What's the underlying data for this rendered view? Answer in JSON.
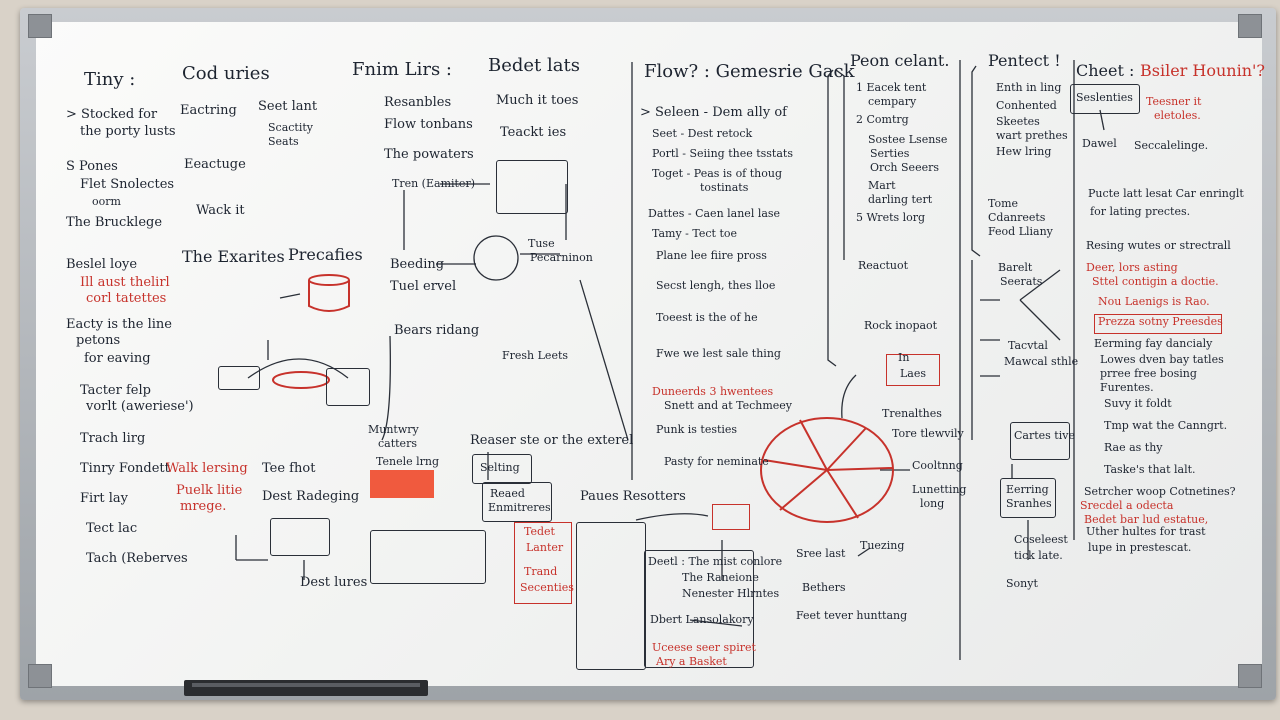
{
  "scene": {
    "col1": {
      "heading": "Tiny :",
      "items": [
        "> Stocked for",
        "the porty lusts",
        "S Pones",
        "Flet Snolectes",
        "oorm",
        "The Brucklege",
        "Beslel loye",
        "Ill aust thelirl",
        "corl tatettes",
        "Eacty is the line",
        "petons",
        "for eaving",
        "Tacter felp",
        "vorlt (aweriese')",
        "Trach lirg",
        "Tinry Fondett",
        "Firt lay",
        "Tect lac",
        "Tach (Reberves"
      ]
    },
    "col2": {
      "heading": "Cod uries",
      "items": [
        "Eactring",
        "Eeactuge",
        "Wack it",
        "Seet lant",
        "Scactity",
        "Seats",
        "The Exarites",
        "Precafies",
        "Walk lersing",
        "Puelk litie",
        "mrege.",
        "Tee fhot",
        "Dest Radeging",
        "Dest lures"
      ]
    },
    "col3": {
      "heading": "Fnim Lirs :",
      "items": [
        "Resanbles",
        "Flow tonbans",
        "The powaters",
        "Tren (Eamiter)",
        "Beeding",
        "Tuel ervel",
        "Bears ridang",
        "Muntwry",
        "catters",
        "Tenele lrng"
      ]
    },
    "col4": {
      "heading": "Bedet lats",
      "items": [
        "Much it toes",
        "Teackt ies",
        "Tuse",
        "Pecarninon",
        "Fresh Leets",
        "Reaser ste or the exterel",
        "Selting",
        "Reaed",
        "Enmitreres",
        "Tedet",
        "Lanter",
        "Trand",
        "Secenties"
      ]
    },
    "col5": {
      "heading": "Flow? : Gemesrie Gack",
      "items": [
        "> Seleen - Dem ally of",
        "Seet - Dest retock",
        "Portl - Seiing thee tsstats",
        "Toget - Peas is of thoug",
        "tostinats",
        "Dattes - Caen lanel lase",
        "Tamy - Tect toe",
        "Plane lee fiire pross",
        "Secst lengh, thes lloe",
        "Toeest is the of he",
        "Fwe we lest sale thing",
        "Duneerds 3 hwentees",
        "Snett and at Techmeey",
        "Punk is testies",
        "Pasty for neminate",
        "Paues Resotters",
        "Deetl : The mist conlore",
        "The Raneione",
        "Nenester Hlrntes",
        "Dbert Lansolakory",
        "Uceese seer spiret",
        "Ary a Basket"
      ]
    },
    "col6": {
      "heading": "Peon celant.",
      "items": [
        "1 Eacek tent",
        "cempary",
        "2 Comtrg",
        "Sostee Lsense",
        "Serties",
        "Orch Seeers",
        "Mart",
        "darling tert",
        "5 Wrets lorg",
        "Reactuot",
        "Rock inopaot",
        "In",
        "Laes",
        "Trenalthes",
        "Tore tlewvily",
        "Cooltnng",
        "Lunetting",
        "long",
        "Sree last",
        "Tuezing",
        "Bethers",
        "Feet tever hunttang"
      ]
    },
    "col7": {
      "heading": "Pentect !",
      "items": [
        "Enth in ling",
        "Conhented",
        "Skeetes",
        "wart prethes",
        "Hew lring",
        "Tome",
        "Cdanreets",
        "Feod Lliany",
        "Barelt",
        "Seerats",
        "Tacvtal",
        "Mawcal sthle",
        "Cartes tive",
        "Eerring",
        "Sranhes",
        "Coseleest",
        "tick late.",
        "Sonyt"
      ]
    },
    "col8": {
      "heading": "Cheet :",
      "heading_red": "Bsiler Hounin'?",
      "items": [
        "Seslenties",
        "Dawel",
        "Seccalelinge.",
        "Pucte latt lesat Car enringlt",
        "for lating prectes.",
        "Resing wutes or strectrall",
        "Eerming fay dancialy",
        "Lowes dven bay tatles",
        "prree free bosing",
        "Furentes.",
        "Suvy it foldt",
        "Tmp wat the Canngrt.",
        "Rae as thy",
        "Taske's that lalt.",
        "Setrcher woop Cotnetines?",
        "Uther hultes for trast",
        "lupe in prestescat."
      ],
      "red_items": [
        "Teesner it",
        "eletoles.",
        "Deer, lors asting",
        "Sttel contigin a doctie.",
        "Nou Laenigs is Rao.",
        "Prezza sotny Preesdes",
        "Srecdel a odecta",
        "Bedet bar lud estatue,"
      ]
    },
    "colors": {
      "ink": "#1d2430",
      "red_marker": "#c7322b",
      "highlight": "#f05a3e",
      "board": "#f3f4f3",
      "frame": "#a9adb2",
      "wall": "#d9d2c8"
    }
  }
}
